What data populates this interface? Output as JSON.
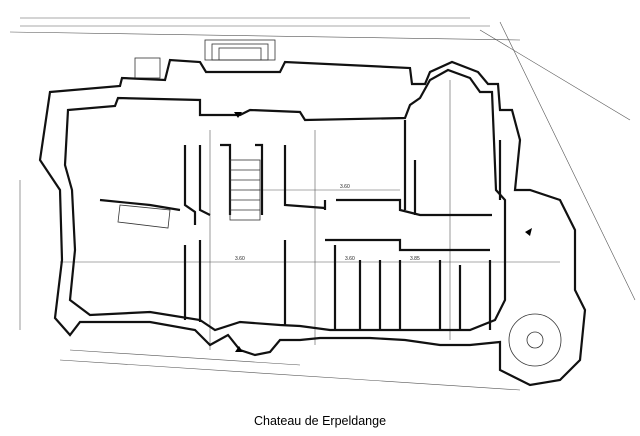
{
  "title": "Chateau de Erpeldange",
  "dimension_labels": [
    "3.60",
    "3.60",
    "3.60",
    "3.85"
  ]
}
